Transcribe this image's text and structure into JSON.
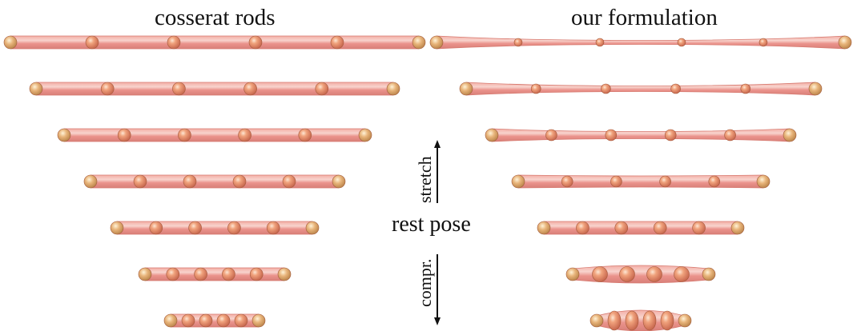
{
  "titles": {
    "left": "cosserat rods",
    "right": "our formulation"
  },
  "labels": {
    "rest_pose": "rest pose",
    "stretch": "stretch",
    "compression": "compr."
  },
  "colors": {
    "rod": "#e8877f",
    "rod_highlight": "#f6c3bc",
    "node": "#e58a62",
    "node_end": "#d9a06a",
    "arrow": "#111111"
  },
  "rows": [
    {
      "left_length": 510,
      "left_nodes": 6,
      "right_length": 510,
      "right_nodes": 6,
      "right_profile": "stretched_thin_middle"
    },
    {
      "left_length": 446,
      "left_nodes": 6,
      "right_length": 436,
      "right_nodes": 6,
      "right_profile": "stretched_thin_middle"
    },
    {
      "left_length": 376,
      "left_nodes": 6,
      "right_length": 372,
      "right_nodes": 6,
      "right_profile": "stretched_thin_middle"
    },
    {
      "left_length": 310,
      "left_nodes": 6,
      "right_length": 306,
      "right_nodes": 6,
      "right_profile": "slightly_stretched"
    },
    {
      "left_length": 244,
      "left_nodes": 6,
      "right_length": 242,
      "right_nodes": 6,
      "right_profile": "rest"
    },
    {
      "left_length": 174,
      "left_nodes": 6,
      "right_length": 170,
      "right_nodes": 6,
      "right_profile": "compressed_bulge"
    },
    {
      "left_length": 110,
      "left_nodes": 6,
      "right_length": 110,
      "right_nodes": 6,
      "right_profile": "compressed_bulge_large"
    }
  ]
}
